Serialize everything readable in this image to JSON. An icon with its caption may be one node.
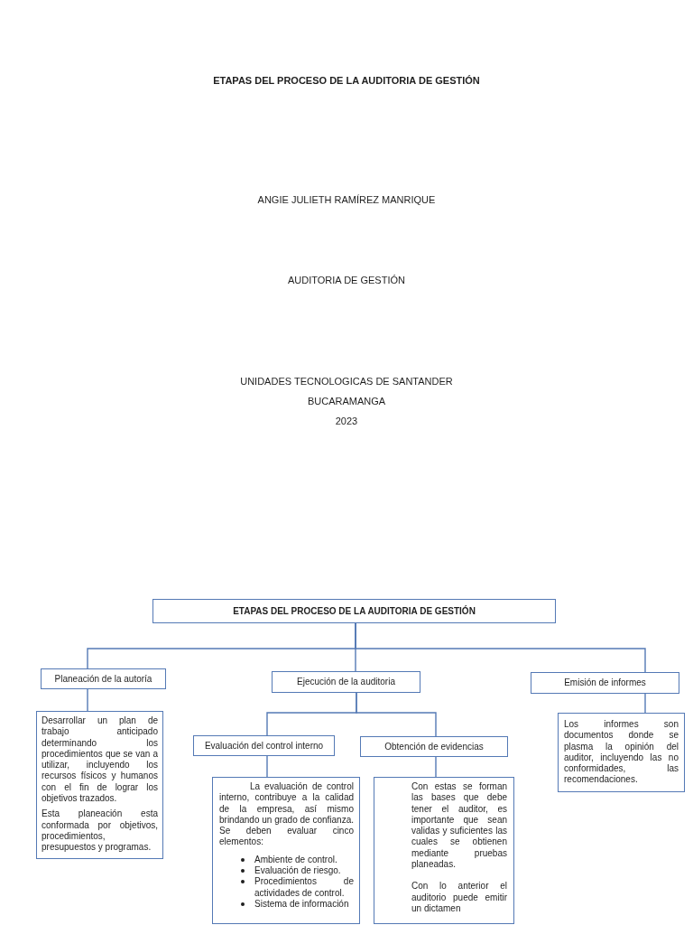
{
  "diagram": {
    "title": "ETAPAS DEL PROCESO DE LA AUDITORIA DE GESTIÓN",
    "nodes": [
      {
        "text": [
          "ETAPAS DEL PROCESO DE LA AUDITORIA DE GESTIÓN"
        ]
      },
      {
        "text": [
          "Planeación de la autoría"
        ]
      },
      {
        "text": [
          "Ejecución de la auditoria"
        ]
      },
      {
        "text": [
          "Emisión de informes"
        ]
      },
      {
        "text": [
          "Desarrollar un plan de trabajo anticipado determinando los procedimientos que se van a utilizar, incluyendo los recursos físicos y humanos con el fin de lograr los objetivos trazados.",
          "Esta planeación esta conformada por objetivos, procedimientos, presupuestos y programas."
        ]
      },
      {
        "text": [
          "Evaluación del control interno"
        ]
      },
      {
        "text": [
          "Obtención de evidencias"
        ]
      },
      {
        "text": [
          "La evaluación de control interno, contribuye a la calidad de la empresa, así mismo brindando un grado de confianza. Se deben evaluar cinco elementos:",
          "Ambiente de control.",
          "Evaluación de riesgo.",
          "Procedimientos de actividades de control.",
          "Sistema de información"
        ]
      },
      {
        "text": [
          "Con estas se forman las bases que debe tener el auditor, es importante que sean validas y suficientes las cuales se obtienen mediante pruebas planeadas.",
          "Con lo anterior el auditorio puede emitir un dictamen"
        ]
      },
      {
        "text": [
          "Los informes son documentos donde se plasma la opinión del auditor, incluyendo las no conformidades, las recomendaciones."
        ]
      }
    ],
    "edges": [
      {
        "from": 0,
        "to": 1,
        "arrow": "none"
      },
      {
        "from": 0,
        "to": 2,
        "arrow": "none"
      },
      {
        "from": 0,
        "to": 3,
        "arrow": "none"
      },
      {
        "from": 1,
        "to": 4,
        "arrow": "none"
      },
      {
        "from": 2,
        "to": 5,
        "arrow": "none"
      },
      {
        "from": 2,
        "to": 6,
        "arrow": "none"
      },
      {
        "from": 3,
        "to": 9,
        "arrow": "none"
      },
      {
        "from": 5,
        "to": 7,
        "arrow": "none"
      },
      {
        "from": 6,
        "to": 8,
        "arrow": "none"
      }
    ],
    "labels": [
      "ANGIE JULIETH RAMÍREZ MANRIQUE",
      "AUDITORIA DE GESTIÓN",
      "UNIDADES TECNOLOGICAS DE SANTANDER",
      "BUCARAMANGA",
      "2023"
    ]
  }
}
